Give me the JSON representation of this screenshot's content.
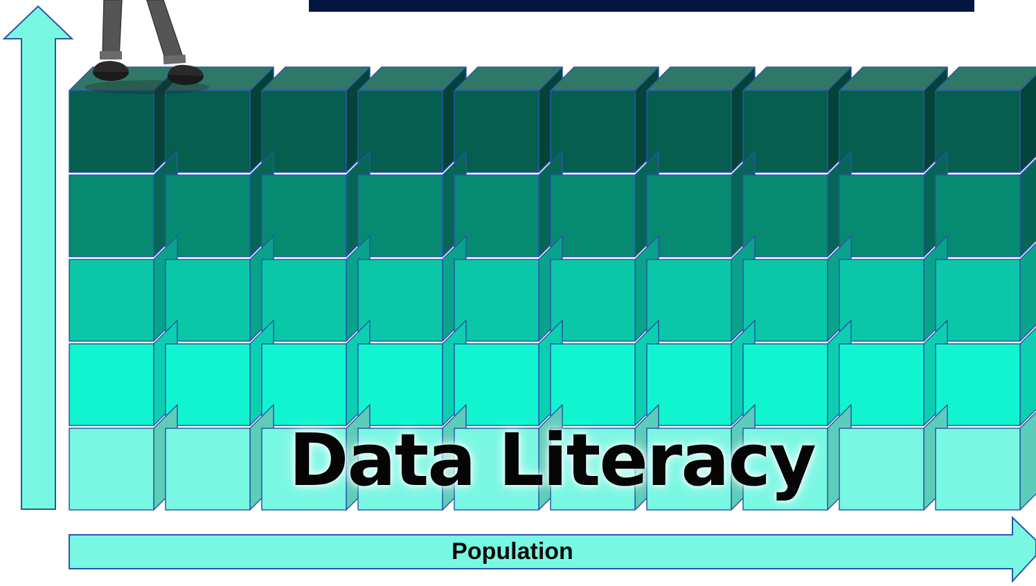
{
  "diagram": {
    "title": "Data Literacy",
    "x_axis_label": "Population",
    "grid": {
      "columns": 10,
      "rows": 5
    },
    "layer_colors_top_to_bottom": [
      "#055e4e",
      "#078a72",
      "#0ac7a8",
      "#10f5d0",
      "#78f7e2"
    ],
    "side_colors_top_to_bottom": [
      "#044438",
      "#066655",
      "#08a38a",
      "#0ccfb0",
      "#5ccdb8"
    ],
    "top_face_color": "#2f7868",
    "edge_color": "#2a55a8",
    "axis_fill": "#78f7e2",
    "banner_color": "#011640",
    "icons": [
      "standing-figure-icon",
      "up-arrow-icon",
      "right-arrow-icon"
    ]
  }
}
